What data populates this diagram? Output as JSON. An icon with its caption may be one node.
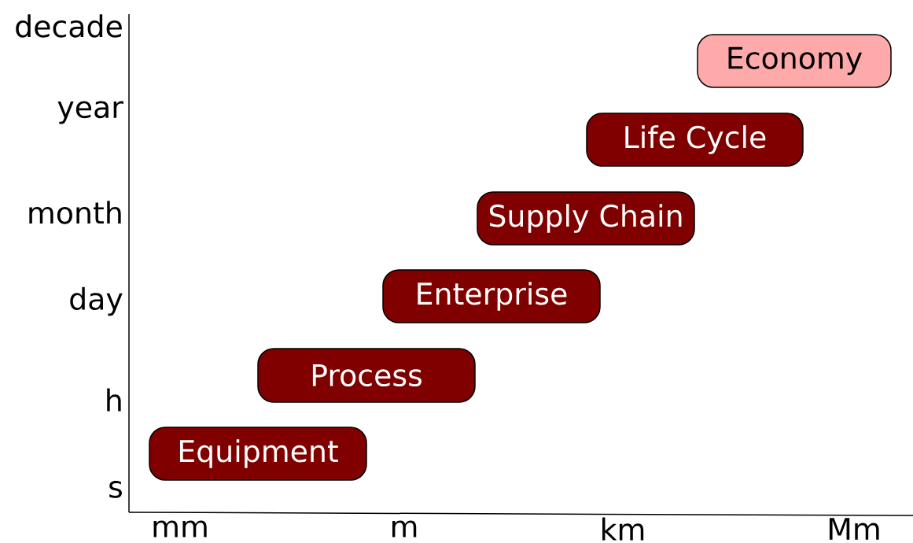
{
  "diagram": {
    "nodes": [
      {
        "text": [
          "Economy"
        ]
      },
      {
        "text": [
          "Life Cycle"
        ]
      },
      {
        "text": [
          "Supply Chain"
        ]
      },
      {
        "text": [
          "Enterprise"
        ]
      },
      {
        "text": [
          "Process"
        ]
      },
      {
        "text": [
          "Equipment"
        ]
      }
    ],
    "labels": [
      "decade",
      "year",
      "month",
      "day",
      "h",
      "s",
      "mm",
      "m",
      "km",
      "Mm"
    ]
  }
}
